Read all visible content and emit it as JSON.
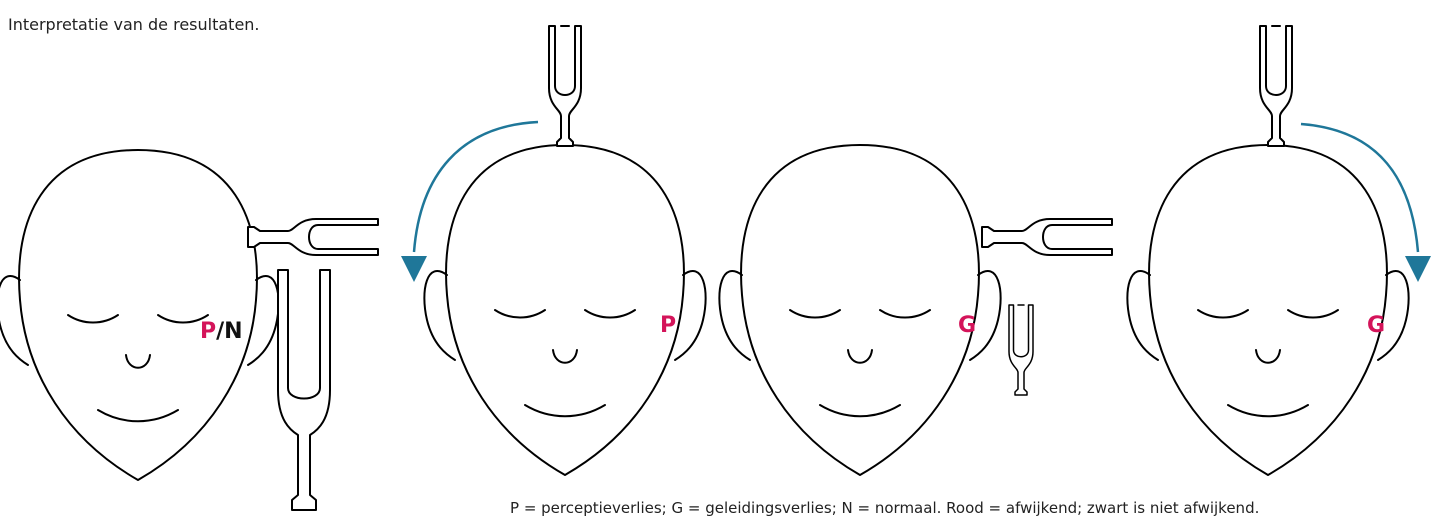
{
  "title": "Interpretatie van de resultaten.",
  "legend": "P = perceptieverlies; G = geleidingsverlies; N = normaal.  Rood = afwijkend; zwart is niet afwijkend.",
  "colors": {
    "abnormal": "#d4145a",
    "normal": "#111111",
    "arrow": "#1f7799"
  },
  "panels": [
    {
      "label_red": "P",
      "label_sep": "/",
      "label_black": "N"
    },
    {
      "label_red": "P"
    },
    {
      "label_red": "G"
    },
    {
      "label_red": "G"
    }
  ]
}
